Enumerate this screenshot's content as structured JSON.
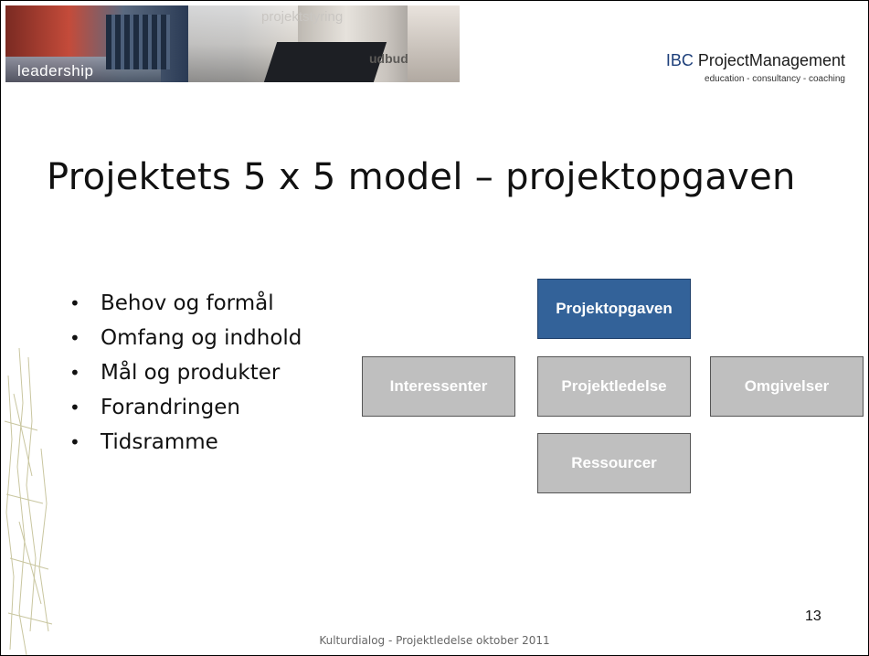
{
  "header": {
    "banner_words": [
      "projektstyring",
      "leadership",
      "udbud"
    ],
    "logo_brand": "IBC",
    "logo_name": "ProjectManagement",
    "logo_tagline": "education - consultancy - coaching"
  },
  "slide": {
    "title": "Projektets 5 x 5 model – projektopgaven",
    "bullets": [
      "Behov og formål",
      "Omfang og indhold",
      "Mål og produkter",
      "Forandringen",
      "Tidsramme"
    ],
    "model": {
      "top": "Projektopgaven",
      "left": "Interessenter",
      "center": "Projektledelse",
      "right": "Omgivelser",
      "bottom": "Ressourcer"
    },
    "page_number": "13",
    "footer": "Kulturdialog - Projektledelse oktober 2011"
  },
  "colors": {
    "highlight_box": "#336299",
    "muted_box": "#bfbfbf"
  }
}
